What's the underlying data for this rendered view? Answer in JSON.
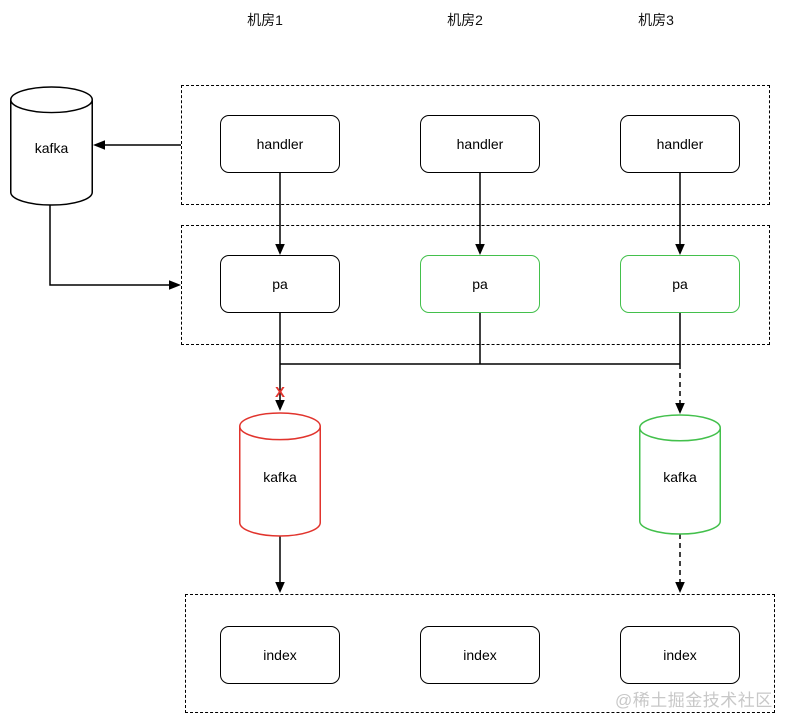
{
  "diagram": {
    "column_labels": [
      "机房1",
      "机房2",
      "机房3"
    ],
    "nodes": {
      "source_kafka": "kafka",
      "handlers": [
        "handler",
        "handler",
        "handler"
      ],
      "pas": [
        "pa",
        "pa",
        "pa"
      ],
      "dc1_kafka": "kafka",
      "dc3_kafka": "kafka",
      "indexes": [
        "index",
        "index",
        "index"
      ]
    },
    "failure_marker": "X",
    "watermark": "@稀土掘金技术社区",
    "colors": {
      "line_black": "#000000",
      "failure_red": "#e1342d",
      "healthy_green": "#43c04c",
      "watermark_gray": "#c8c8c8"
    }
  }
}
